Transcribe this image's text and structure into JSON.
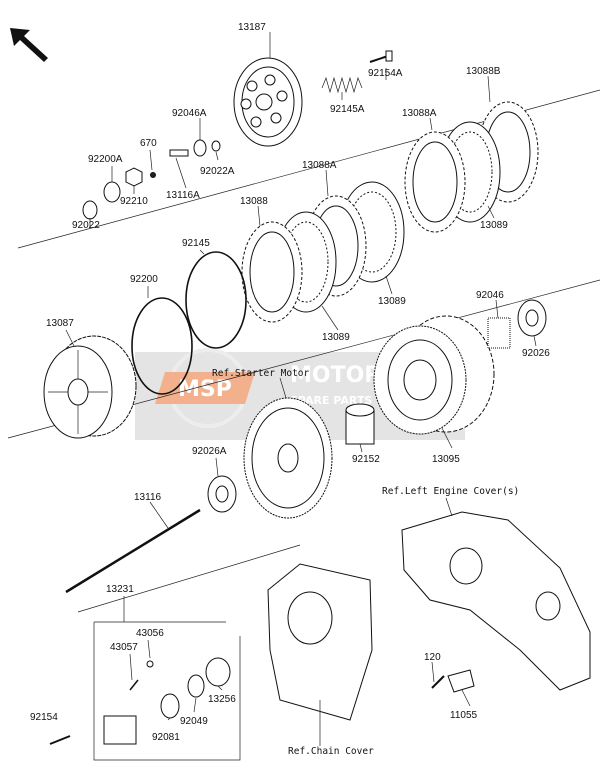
{
  "colors": {
    "line": "#111111",
    "watermark_bg": "#cfcfcf",
    "watermark_accent": "#e8732f"
  },
  "icons": {
    "orientation": "arrow-up-left-icon",
    "watermark": "msp-logo-icon"
  },
  "watermark": {
    "brand": "MSP",
    "word1": "MOTOR",
    "word2": "SPARE PARTS"
  },
  "labels": {
    "p13187": "13187",
    "p92154A": "92154A",
    "p13088B": "13088B",
    "p92046A": "92046A",
    "p92145A": "92145A",
    "p13088A_1": "13088A",
    "p670": "670",
    "p92200A": "92200A",
    "p92022A": "92022A",
    "p13088A_2": "13088A",
    "p13116A": "13116A",
    "p92210": "92210",
    "p13088": "13088",
    "p92022": "92022",
    "p13089_1": "13089",
    "p92145": "92145",
    "p13089_2": "13089",
    "p92200": "92200",
    "p92046": "92046",
    "p13087": "13087",
    "p13089_3": "13089",
    "p92026": "92026",
    "p92026A": "92026A",
    "p92152": "92152",
    "p13095": "13095",
    "p13116": "13116",
    "p13231": "13231",
    "p43056": "43056",
    "p43057": "43057",
    "p120": "120",
    "p92154": "92154",
    "p13256": "13256",
    "p92049": "92049",
    "p92081": "92081",
    "p11055": "11055"
  },
  "refs": {
    "starter_motor": "Ref.Starter Motor",
    "left_engine_cover": "Ref.Left Engine Cover(s)",
    "chain_cover": "Ref.Chain Cover"
  }
}
